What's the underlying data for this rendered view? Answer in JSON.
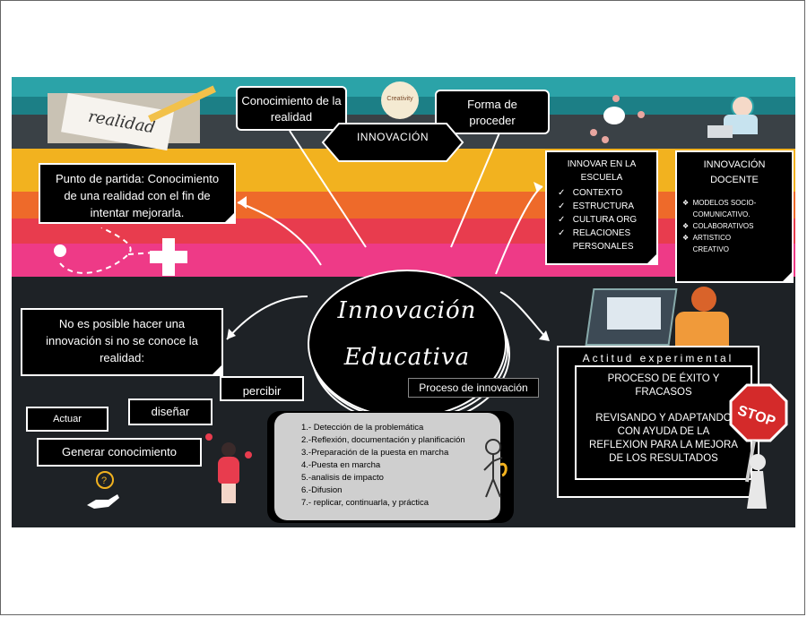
{
  "center": {
    "line1": "Innovación",
    "line2": "Educativa"
  },
  "innovacion_label": "INNOVACIÓN",
  "conocimiento_realidad": "Conocimiento de la realidad",
  "forma_proceder": "Forma de proceder",
  "punto_partida": "Punto de partida: Conocimiento de una realidad con el fin de intentar mejorarla.",
  "innovar_escuela": {
    "title": "INNOVAR EN LA ESCUELA",
    "items": [
      "CONTEXTO",
      "ESTRUCTURA",
      "CULTURA ORG",
      "RELACIONES PERSONALES"
    ]
  },
  "innovacion_docente": {
    "title": "INNOVACIÓN DOCENTE",
    "items": [
      "MODELOS SOCIO-COMUNICATIVO.",
      "COLABORATIVOS",
      "ARTISTICO CREATIVO"
    ]
  },
  "no_es_posible": "No es posible hacer una innovación si no se conoce la realidad:",
  "percibir": "percibir",
  "actuar": "Actuar",
  "disenar": "diseñar",
  "generar": "Generar conocimiento",
  "proceso": {
    "title": "Proceso de innovación",
    "steps": [
      "1.- Detección de la problemática",
      "2.-Reflexión, documentación y planificación",
      "3.-Preparación de la puesta en marcha",
      "4.-Puesta en marcha",
      "5.-analisis de impacto",
      "6.-Difusion",
      "7.- replicar, continuarla, y práctica"
    ]
  },
  "actitud": {
    "title": "Actitud experimental",
    "line1": "PROCESO DE ÉXITO Y FRACASOS",
    "line2": "REVISANDO Y ADAPTANDO CON AYUDA DE LA REFLEXION PARA LA MEJORA DE LOS RESULTADOS"
  },
  "images": {
    "realidad_paper": "realidad",
    "bulb_text": "Creativity",
    "stop_sign": "STOP"
  },
  "colors": {
    "teal": "#2ba3a8",
    "yellow": "#f2b21f",
    "orange": "#ee6a2a",
    "red": "#e83c4e",
    "pink": "#ee3a87",
    "dark": "#1e2226"
  }
}
